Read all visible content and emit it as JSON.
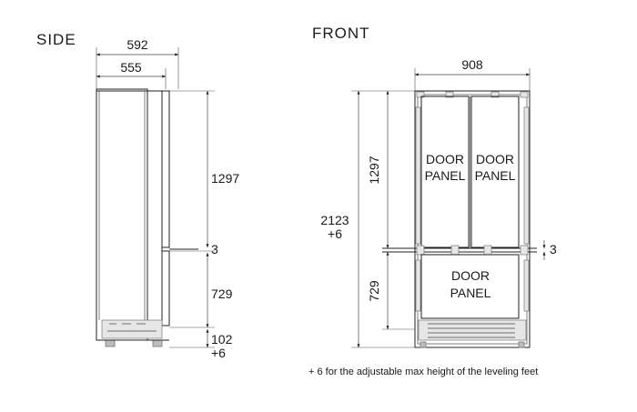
{
  "side": {
    "title": "SIDE",
    "dim_total_depth": "592",
    "dim_cabinet_depth": "555",
    "dim_upper_height": "1297",
    "dim_gap": "3",
    "dim_lower_height": "729",
    "dim_base_height": "102",
    "dim_base_adjust": "+6"
  },
  "front": {
    "title": "FRONT",
    "dim_width": "908",
    "dim_total_height": "2123",
    "dim_total_adjust": "+6",
    "dim_upper_height": "1297",
    "dim_lower_height": "729",
    "dim_gap": "3",
    "upper_left_panel": [
      "DOOR",
      "PANEL"
    ],
    "upper_right_panel": [
      "DOOR",
      "PANEL"
    ],
    "lower_panel": [
      "DOOR",
      "PANEL"
    ]
  },
  "footnote": "+ 6 for the adjustable max height of the leveling feet"
}
